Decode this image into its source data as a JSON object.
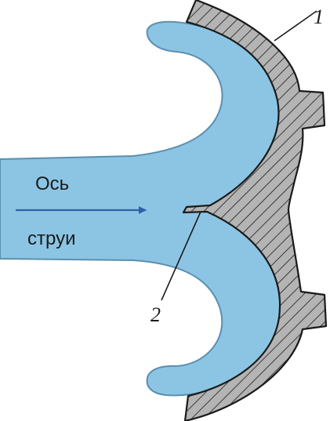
{
  "labels": {
    "axis_line1": "Ось",
    "axis_line2": "струи",
    "callout_1": "1",
    "callout_2": "2"
  },
  "colors": {
    "jet_fill": "#8cc5e4",
    "jet_stroke": "#5a8fb0",
    "casing_fill": "#b4b4b4",
    "outline": "#1a1a1a",
    "arrow": "#2e62a6"
  }
}
